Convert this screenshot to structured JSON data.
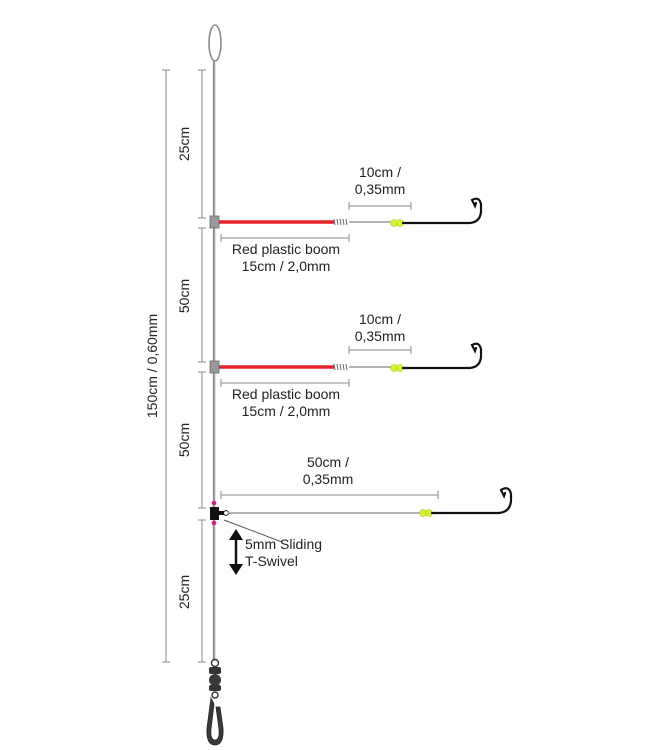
{
  "labels": {
    "total_length": "150cm / 0,60mm",
    "segment_top": "25cm",
    "segment_mid1": "50cm",
    "segment_mid2": "50cm",
    "segment_bottom": "25cm",
    "snood1_line1": "10cm /",
    "snood1_line2": "0,35mm",
    "boom1_line1": "Red plastic boom",
    "boom1_line2": "15cm / 2,0mm",
    "snood2_line1": "10cm /",
    "snood2_line2": "0,35mm",
    "boom2_line1": "Red plastic boom",
    "boom2_line2": "15cm / 2,0mm",
    "snood3_line1": "50cm /",
    "snood3_line2": "0,35mm",
    "swivel_line1": "5mm Sliding",
    "swivel_line2": "T-Swivel"
  },
  "colors": {
    "main_line": "#9a9a9a",
    "boom": "#e8222b",
    "bead": "#d8f032",
    "hook": "#111111",
    "swivel_pink": "#e0188c",
    "dimension": "#888888"
  }
}
